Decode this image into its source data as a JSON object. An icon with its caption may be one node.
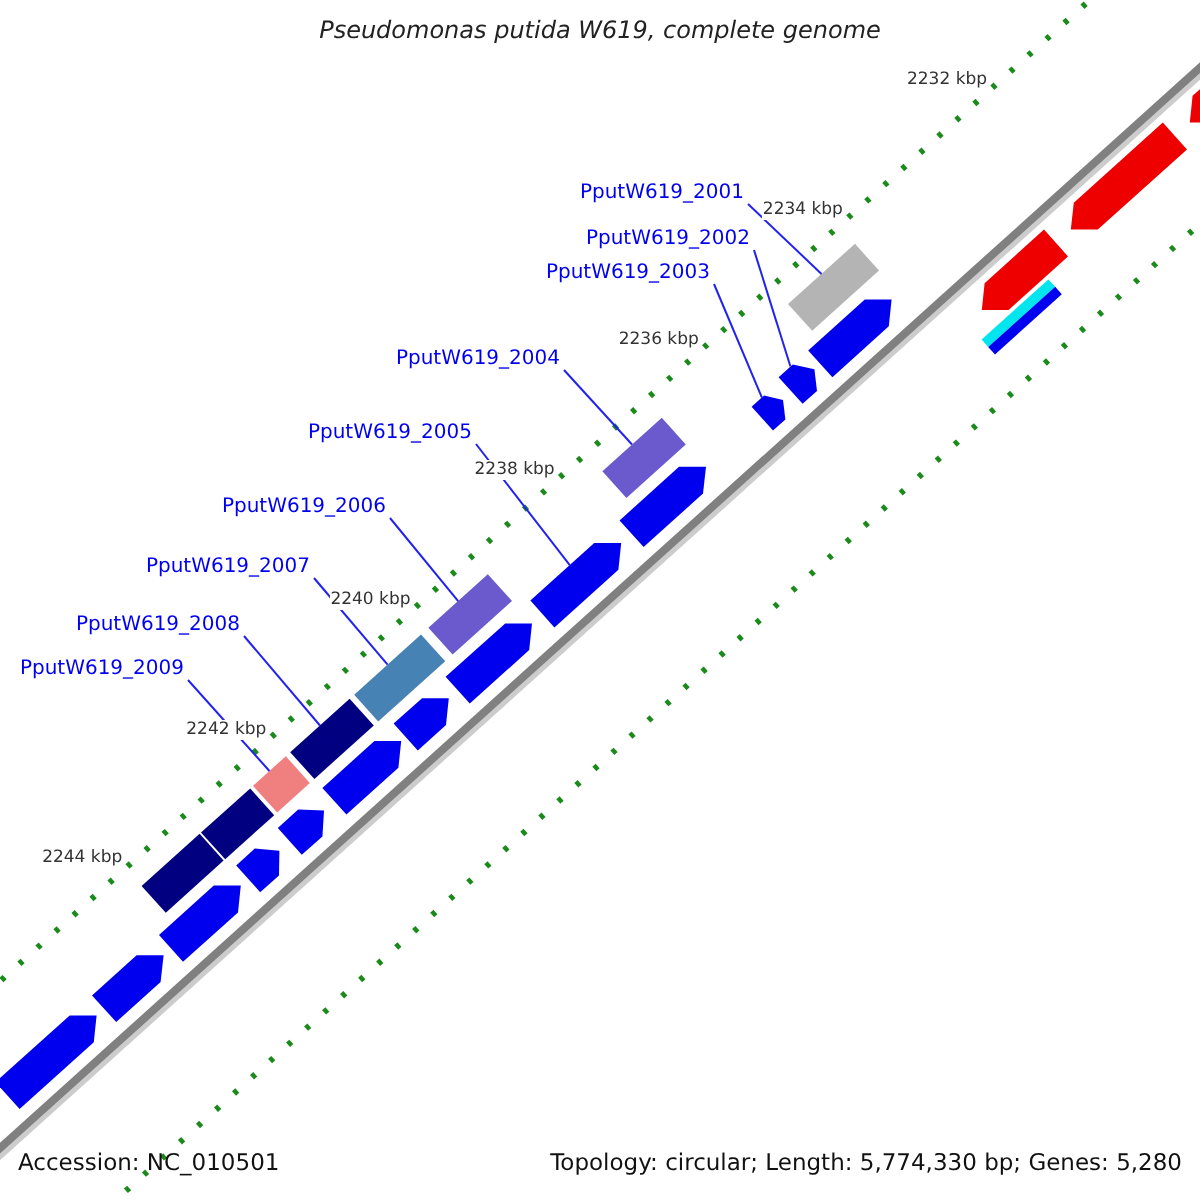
{
  "diagram": {
    "title": "Pseudomonas putida W619, complete genome",
    "nodes": [
      {
        "text": [
          "PputW619_2001"
        ]
      },
      {
        "text": [
          "PputW619_2002"
        ]
      },
      {
        "text": [
          "PputW619_2003"
        ]
      },
      {
        "text": [
          "PputW619_2004"
        ]
      },
      {
        "text": [
          "PputW619_2005"
        ]
      },
      {
        "text": [
          "PputW619_2006"
        ]
      },
      {
        "text": [
          "PputW619_2007"
        ]
      },
      {
        "text": [
          "PputW619_2008"
        ]
      },
      {
        "text": [
          "PputW619_2009"
        ]
      },
      {
        "text": [],
        "shape": "arrow"
      },
      {
        "text": [],
        "shape": "arrow"
      },
      {
        "text": [],
        "shape": "arrow"
      },
      {
        "text": [],
        "shape": "bar"
      },
      {
        "text": [],
        "shape": "box"
      },
      {
        "text": [],
        "shape": "arrow"
      },
      {
        "text": [],
        "shape": "arrow"
      },
      {
        "text": [],
        "shape": "arrow"
      },
      {
        "text": [],
        "shape": "box"
      },
      {
        "text": [],
        "shape": "arrow"
      },
      {
        "text": [],
        "shape": "arrow"
      },
      {
        "text": [],
        "shape": "box"
      },
      {
        "text": [],
        "shape": "arrow"
      },
      {
        "text": [],
        "shape": "box"
      },
      {
        "text": [],
        "shape": "arrow"
      },
      {
        "text": [],
        "shape": "box"
      },
      {
        "text": [],
        "shape": "arrow"
      },
      {
        "text": [],
        "shape": "box"
      },
      {
        "text": [],
        "shape": "arrow"
      },
      {
        "text": [],
        "shape": "box"
      },
      {
        "text": [],
        "shape": "arrow"
      },
      {
        "text": [],
        "shape": "box"
      },
      {
        "text": [],
        "shape": "arrow"
      },
      {
        "text": [],
        "shape": "arrow"
      },
      {
        "text": [],
        "shape": "arrow"
      }
    ],
    "edges": [
      {
        "from": 0,
        "to": 13,
        "arrow": "none"
      },
      {
        "from": 1,
        "to": 15,
        "arrow": "none"
      },
      {
        "from": 2,
        "to": 16,
        "arrow": "none"
      },
      {
        "from": 3,
        "to": 17,
        "arrow": "none"
      },
      {
        "from": 4,
        "to": 19,
        "arrow": "none"
      },
      {
        "from": 5,
        "to": 20,
        "arrow": "none"
      },
      {
        "from": 6,
        "to": 22,
        "arrow": "none"
      },
      {
        "from": 7,
        "to": 24,
        "arrow": "none"
      },
      {
        "from": 8,
        "to": 26,
        "arrow": "none"
      }
    ],
    "labels": [
      "2232 kbp",
      "2234 kbp",
      "2236 kbp",
      "2238 kbp",
      "2240 kbp",
      "2242 kbp",
      "2244 kbp",
      "Accession: NC_010501",
      "Topology: circular; Length: 5,774,330 bp; Genes: 5,280"
    ]
  }
}
